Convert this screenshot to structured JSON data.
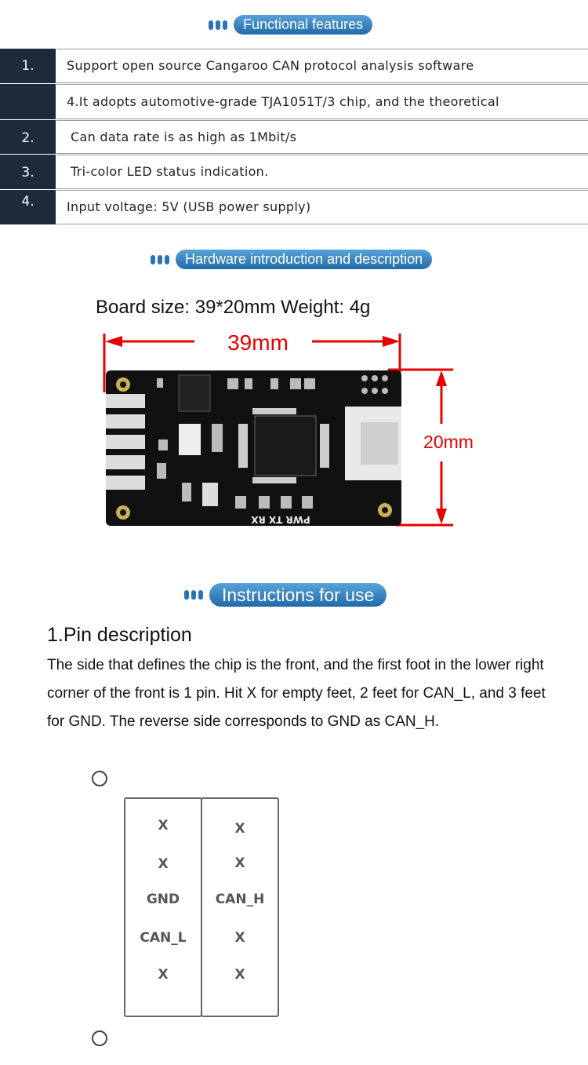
{
  "features": {
    "header": "Functional features",
    "rows": [
      {
        "num": "1.",
        "text": "Support open source Cangaroo CAN protocol analysis software"
      },
      {
        "num": "",
        "text": "4.It adopts automotive-grade TJA1051T/3 chip, and the theoretical"
      },
      {
        "num": "2.",
        "text": "Can data rate is as high as 1Mbit/s"
      },
      {
        "num": "3.",
        "text": "Tri-color LED status indication."
      },
      {
        "num": "4.",
        "text": "Input voltage: 5V (USB power supply)"
      }
    ]
  },
  "hardware": {
    "header": "Hardware introduction and description",
    "board_size": "Board size: 39*20mm Weight: 4g",
    "width_label": "39mm",
    "height_label": "20mm",
    "silkscreen": "PWR TX RX",
    "annotation_color": "#e60000"
  },
  "instructions": {
    "header": "Instructions for use",
    "pin_title": "1.Pin description",
    "pin_desc": "The side that defines the chip is the front, and the first foot in the lower right corner of the front is 1 pin. Hit X for empty feet, 2 feet for CAN_L, and 3 feet for GND. The reverse side corresponds to GND as CAN_H.",
    "left_pins": [
      "X",
      "X",
      "GND",
      "CAN_L",
      "X"
    ],
    "right_pins": [
      "X",
      "X",
      "CAN_H",
      "X",
      "X"
    ]
  }
}
